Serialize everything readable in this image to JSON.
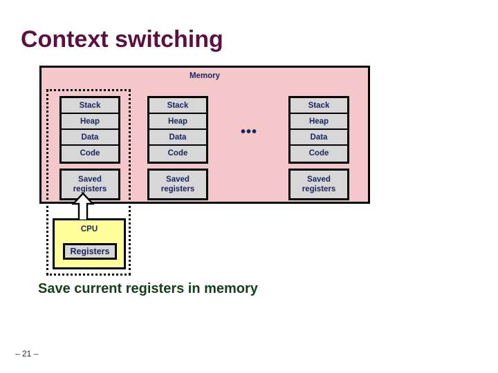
{
  "slide": {
    "title": "Context switching",
    "caption": "Save current registers in memory",
    "page_number": "– 21 –",
    "colors": {
      "title": "#5c1040",
      "memory_fill": "#f4c8ca",
      "segment_fill": "#d7d7d7",
      "cpu_fill": "#ffff99",
      "text_navy": "#1a2560",
      "caption_green": "#14401b",
      "border": "#000000"
    }
  },
  "memory": {
    "label": "Memory",
    "ellipsis": "•••",
    "processes": [
      {
        "id": "process-1",
        "highlighted": true,
        "segments": [
          "Stack",
          "Heap",
          "Data",
          "Code"
        ],
        "saved_registers": [
          "Saved",
          "registers"
        ]
      },
      {
        "id": "process-2",
        "highlighted": false,
        "segments": [
          "Stack",
          "Heap",
          "Data",
          "Code"
        ],
        "saved_registers": [
          "Saved",
          "registers"
        ]
      },
      {
        "id": "process-n",
        "highlighted": false,
        "segments": [
          "Stack",
          "Heap",
          "Data",
          "Code"
        ],
        "saved_registers": [
          "Saved",
          "registers"
        ]
      }
    ]
  },
  "cpu": {
    "label": "CPU",
    "registers_label": "Registers"
  },
  "arrow": {
    "name": "save-registers-arrow",
    "direction": "up"
  }
}
